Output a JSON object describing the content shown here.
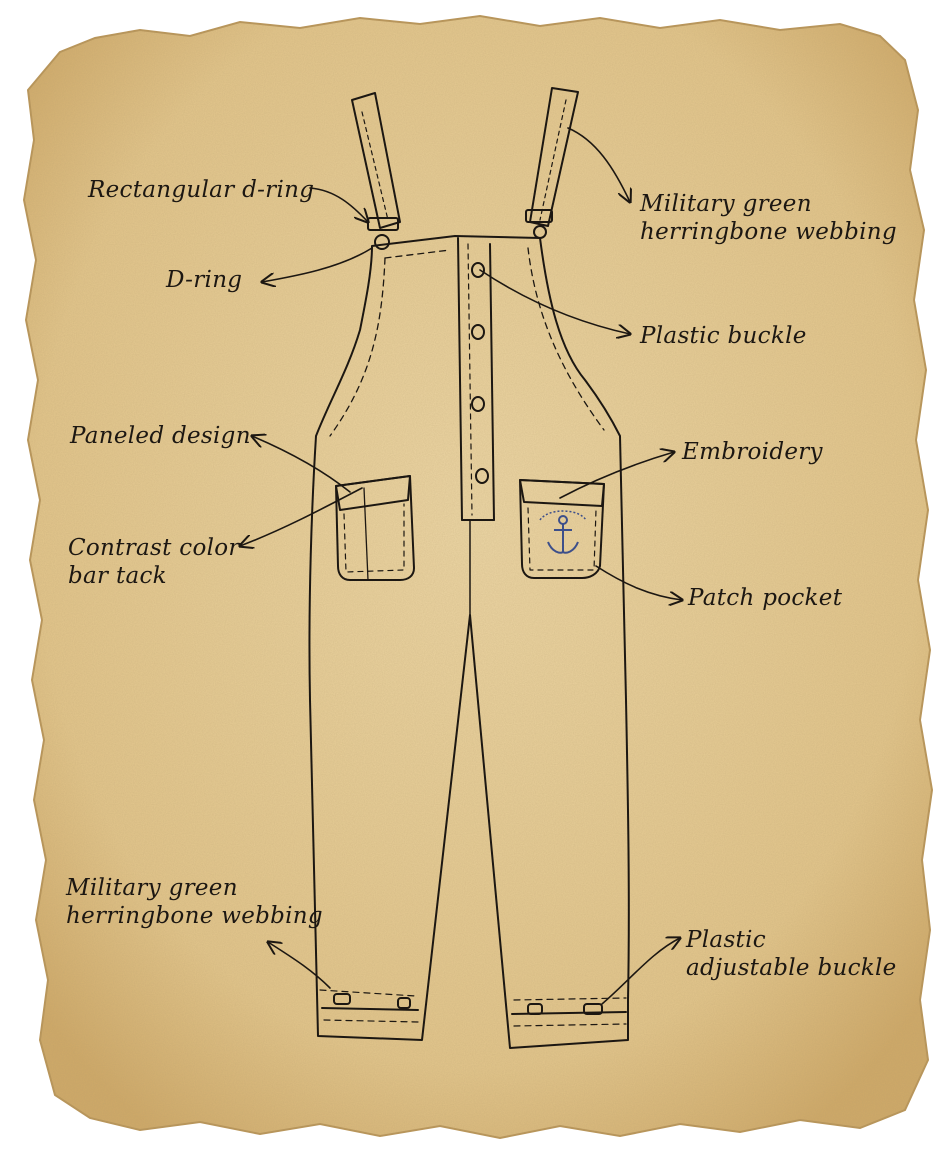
{
  "colors": {
    "paper": "#e8d09c",
    "paper_edge": "#c7a86a",
    "ink": "#1c1712",
    "embroidery": "#3d4f8a"
  },
  "labels": {
    "rect_dring": "Rectangular d-ring",
    "dring": "D-ring",
    "webbing_top_line1": "Military green",
    "webbing_top_line2": "herringbone webbing",
    "plastic_buckle": "Plastic buckle",
    "paneled_design": "Paneled design",
    "embroidery": "Embroidery",
    "contrast_line1": "Contrast color",
    "contrast_line2": "bar tack",
    "patch_pocket": "Patch pocket",
    "webbing_bottom_line1": "Military green",
    "webbing_bottom_line2": "herringbone webbing",
    "adj_buckle_line1": "Plastic",
    "adj_buckle_line2": "adjustable buckle"
  },
  "icons": {
    "anchor": "anchor-embroidery-icon"
  }
}
